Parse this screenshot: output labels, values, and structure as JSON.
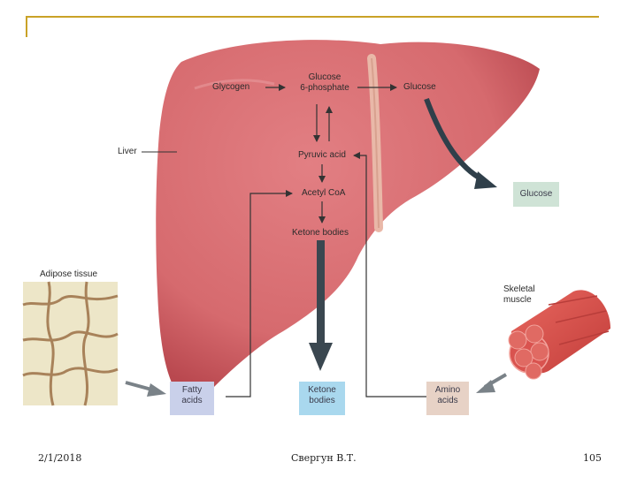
{
  "colors": {
    "liver": "#d66a6e",
    "liver_dark": "#b9484f",
    "background": "#ffffff",
    "frame": "#c9a227",
    "glucose_box": "#cfe3d6",
    "fatty_box": "#c9d0ea",
    "ketone_box": "#a9d8ee",
    "amino_box": "#e7d2c6"
  },
  "labels": {
    "glycogen": "Glycogen",
    "g6p_line1": "Glucose",
    "g6p_line2": "6-phosphate",
    "glucose_liver": "Glucose",
    "pyruvic": "Pyruvic acid",
    "acetyl": "Acetyl CoA",
    "ketone_liver": "Ketone bodies",
    "liver": "Liver",
    "adipose": "Adipose tissue",
    "skeletal_line1": "Skeletal",
    "skeletal_line2": "muscle"
  },
  "boxes": {
    "glucose_out": "Glucose",
    "fatty_line1": "Fatty",
    "fatty_line2": "acids",
    "ketone_line1": "Ketone",
    "ketone_line2": "bodies",
    "amino_line1": "Amino",
    "amino_line2": "acids"
  },
  "footer": {
    "date": "2/1/2018",
    "author": "Свергун В.Т.",
    "page": "105"
  }
}
